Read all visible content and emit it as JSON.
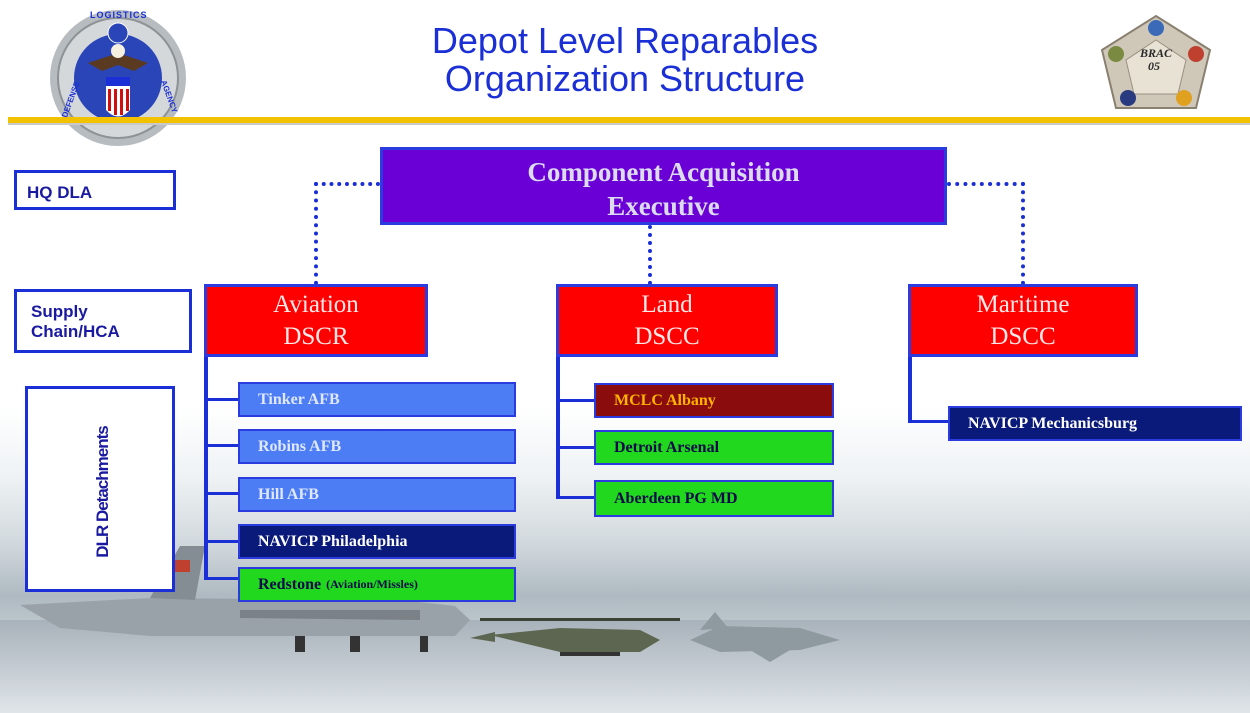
{
  "header": {
    "title_line1": "Depot Level Reparables",
    "title_line2": "Organization Structure",
    "left_seal_text_top": "LOGISTICS",
    "left_seal_text_left": "DEFENSE",
    "left_seal_text_right": "AGENCY",
    "right_seal_text": "BRAC",
    "right_seal_year": "05"
  },
  "side_labels": {
    "hq": "HQ DLA",
    "supply_line1": "Supply",
    "supply_line2": "Chain/HCA",
    "dlr": "DLR Detachments"
  },
  "executive": {
    "line1": "Component Acquisition",
    "line2": "Executive"
  },
  "chains": [
    {
      "line1": "Aviation",
      "line2": "DSCR",
      "detachments": [
        {
          "label": "Tinker AFB"
        },
        {
          "label": "Robins AFB"
        },
        {
          "label": "Hill AFB"
        },
        {
          "label": "NAVICP Philadelphia"
        },
        {
          "label": "Redstone",
          "note": "(Aviation/Missles)"
        }
      ]
    },
    {
      "line1": "Land",
      "line2": "DSCC",
      "detachments": [
        {
          "label": "MCLC Albany"
        },
        {
          "label": "Detroit Arsenal"
        },
        {
          "label": "Aberdeen PG MD"
        }
      ]
    },
    {
      "line1": "Maritime",
      "line2": "DSCC",
      "detachments": [
        {
          "label": "NAVICP Mechanicsburg"
        }
      ]
    }
  ],
  "colors": {
    "title_blue": "#1a2fd6",
    "executive_purple": "#6a00d6",
    "supply_chain_red": "#ff0000",
    "light_blue_box": "#4d7df5",
    "dark_navy_box": "#0a1a7a",
    "green_box": "#22d81e",
    "maroon_box": "#8a0c0c",
    "gold_rule": "#f2c200"
  }
}
